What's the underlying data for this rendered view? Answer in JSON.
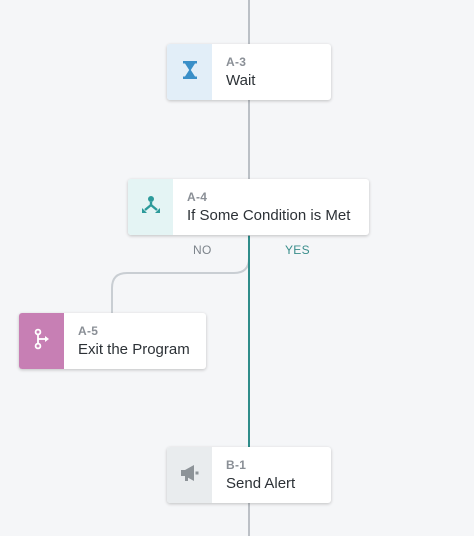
{
  "nodes": {
    "wait": {
      "id": "A-3",
      "label": "Wait",
      "icon": "hourglass-icon"
    },
    "condition": {
      "id": "A-4",
      "label": "If Some Condition is Met",
      "icon": "branch-split-icon"
    },
    "exit": {
      "id": "A-5",
      "label": "Exit the Program",
      "icon": "exit-branch-icon"
    },
    "alert": {
      "id": "B-1",
      "label": "Send Alert",
      "icon": "megaphone-icon"
    }
  },
  "branches": {
    "no_label": "NO",
    "yes_label": "YES"
  },
  "colors": {
    "background": "#f5f6f8",
    "trunk_line": "#a8aeb5",
    "yes_line": "#2f8c8a",
    "no_line": "#c9ced3",
    "wait_icon_bg": "#e2eef8",
    "wait_icon": "#3a8fc8",
    "condition_icon_bg": "#e4f4f4",
    "condition_icon": "#2c9a9a",
    "exit_icon_bg": "#c77fb4",
    "exit_icon": "#ffffff",
    "alert_icon_bg": "#e9ecee",
    "alert_icon": "#8d9398",
    "no_text": "#7d848b",
    "yes_text": "#3a8e8c"
  }
}
